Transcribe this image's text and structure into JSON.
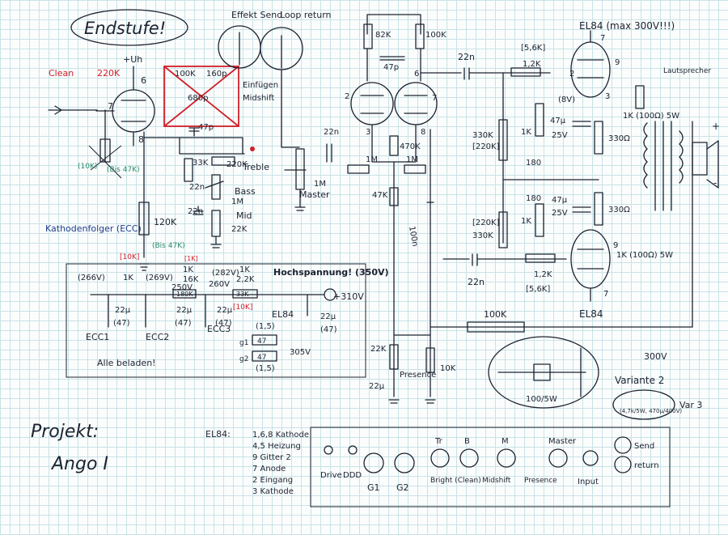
{
  "title": "Endstufe!",
  "project": {
    "line1": "Projekt:",
    "line2": "Ango I"
  },
  "labels": {
    "clean": "Clean",
    "r_220k_input": "220K",
    "plus_uh": "+Uh",
    "pin6_left": "6",
    "pin7_left": "7",
    "pin8_left": "8",
    "r_100k": "100K",
    "r_160p": "160p",
    "c_680p": "680p",
    "c_47p_tone": "47p",
    "r_33k_tone": "33K",
    "r_220k_treble": "220K",
    "treble": "Treble",
    "c_22n_tone": "22n",
    "bass": "Bass",
    "r_1m_bass": "1M",
    "c_22n_mid": "22n",
    "mid": "Mid",
    "r_22k_mid": "22K",
    "effekt_send": "Effekt Send",
    "loop_return": "Loop return",
    "einfugen": "Einfügen",
    "midshift": "Midshift",
    "kathodenfolger": "Kathodenfolger (ECC)",
    "r_120k": "120K",
    "r_10k_green": "(10K)",
    "r_10k_red": "[10K]",
    "green_kathode": "(Bis 47K)",
    "r_82k": "82K",
    "r_100k_pi": "100K",
    "c_47p_pi": "47p",
    "pin6_pi": "6",
    "pin2_pi": "2",
    "pin7_pi": "7",
    "pin3_pi": "3",
    "pin8_pi": "8",
    "c_22n_pi": "22n",
    "r_470k": "470K",
    "r_1m_a": "1M",
    "r_1m_b": "1M",
    "master": "Master",
    "r_1m_master": "1M",
    "r_47k_master": "47K",
    "c_100n": "100n",
    "c_22n_top": "22n",
    "r_12k_top": "1,2K",
    "r_56k_top": "[5,6K]",
    "r_330k_top": "330K",
    "r_220k_top": "[220K]",
    "pot_1k": "1K",
    "c_47u_a": "47µ",
    "v_25_a": "25V",
    "v_8": "(8V)",
    "r_180_a": "180",
    "r_180_b": "180",
    "r_330_a": "330Ω",
    "r_330_b": "330Ω",
    "pot_1k_b": "1K",
    "c_47u_b": "47µ",
    "v_25_b": "25V",
    "r_220k_bot": "[220K]",
    "r_330k_bot": "330K",
    "c_22n_bot": "22n",
    "r_12k_bot": "1,2K",
    "r_56k_bot": "[5,6K]",
    "el84_top": "EL84 (max 300V!!!)",
    "el84_bot": "EL84",
    "pin7_top": "7",
    "pin9_top": "9",
    "pin3_top": "3",
    "pin2_top": "2",
    "pin9_bot": "9",
    "pin7_bot": "7",
    "r_1k_top": "1K (100Ω) 5W",
    "r_1k_bot": "1K (100Ω) 5W",
    "speaker_label": "Lautsprecher",
    "spk_plus": "+",
    "spk_minus": "-",
    "hv_title": "Hochspannung! (350V)",
    "hv_volt": "+310V",
    "v_266": "(266V)",
    "v_269": "(269V)",
    "v_250": "250V",
    "v_282": "(282V)",
    "v_260": "260V",
    "r_1k_hv_a": "1K",
    "r_1k_hv_b": "1K",
    "r_16k": "16K",
    "r_180k_hv": "180K",
    "r_1k_hv_c": "1K",
    "r_22k_hv": "2,2K",
    "r_33k_hv": "33K",
    "r_10k_hv_red": "[10K]",
    "r_1k_hv_red": "[1K]",
    "c_22u_a": "22µ",
    "c_47_a": "(47)",
    "c_22u_b": "22µ",
    "c_47_b": "(47)",
    "c_22u_c": "22µ",
    "c_47_c": "(47)",
    "ecc1": "ECC1",
    "ecc2": "ECC2",
    "ecc3": "ECC3",
    "el84_hv": "EL84",
    "c_22u_d": "22µ",
    "c_47_d": "(47)",
    "r_15_a": "(1,5)",
    "r_47_a": "47",
    "r_47_b": "47",
    "r_15_b": "(1,5)",
    "g1_small": "g1",
    "g2_small": "g2",
    "v_305": "305V",
    "note_bottom": "Alle beladen!",
    "r_100k_fb": "100K",
    "v_300": "300V",
    "r_22k_presence": "22K",
    "presence": "Presence",
    "c_22u_presence": "22µ",
    "r_10k_presence": "10K",
    "variante": "Variante 2",
    "r_100_5w": "100/5W",
    "var3": "Var 3",
    "var3_sub": "(4,7k/5W, 470µ/400V)",
    "el84_pins_title": "EL84:",
    "el84_pins": [
      "1,6,8 Kathode",
      "4,5 Heizung",
      "9 Gitter 2",
      "7 Anode",
      "2 Eingang",
      "3 Kathode"
    ],
    "panel": [
      "Drive",
      "DDD",
      "G1",
      "G2",
      "Tr",
      "B",
      "M",
      "Bright (Clean)",
      "Midshift",
      "Presence",
      "Master",
      "Input",
      "Send",
      "return"
    ]
  }
}
